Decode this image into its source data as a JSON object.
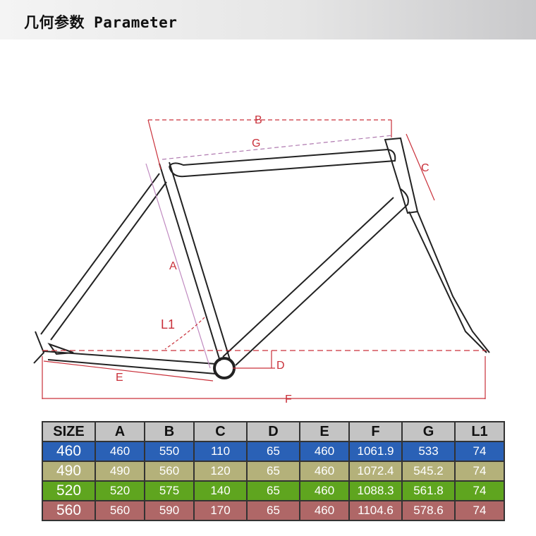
{
  "header": {
    "title": "几何参数 Parameter"
  },
  "diagram": {
    "labels": {
      "A": "A",
      "B": "B",
      "C": "C",
      "D": "D",
      "E": "E",
      "F": "F",
      "G": "G",
      "L1": "L1"
    }
  },
  "table": {
    "columns": [
      "SIZE",
      "A",
      "B",
      "C",
      "D",
      "E",
      "F",
      "G",
      "L1"
    ],
    "rows": [
      [
        "460",
        "460",
        "550",
        "110",
        "65",
        "460",
        "1061.9",
        "533",
        "74"
      ],
      [
        "490",
        "490",
        "560",
        "120",
        "65",
        "460",
        "1072.4",
        "545.2",
        "74"
      ],
      [
        "520",
        "520",
        "575",
        "140",
        "65",
        "460",
        "1088.3",
        "561.8",
        "74"
      ],
      [
        "560",
        "560",
        "590",
        "170",
        "65",
        "460",
        "1104.6",
        "578.6",
        "74"
      ]
    ],
    "row_colors": [
      "#2a61b6",
      "#b4b17a",
      "#5fa51f",
      "#af6767"
    ]
  }
}
